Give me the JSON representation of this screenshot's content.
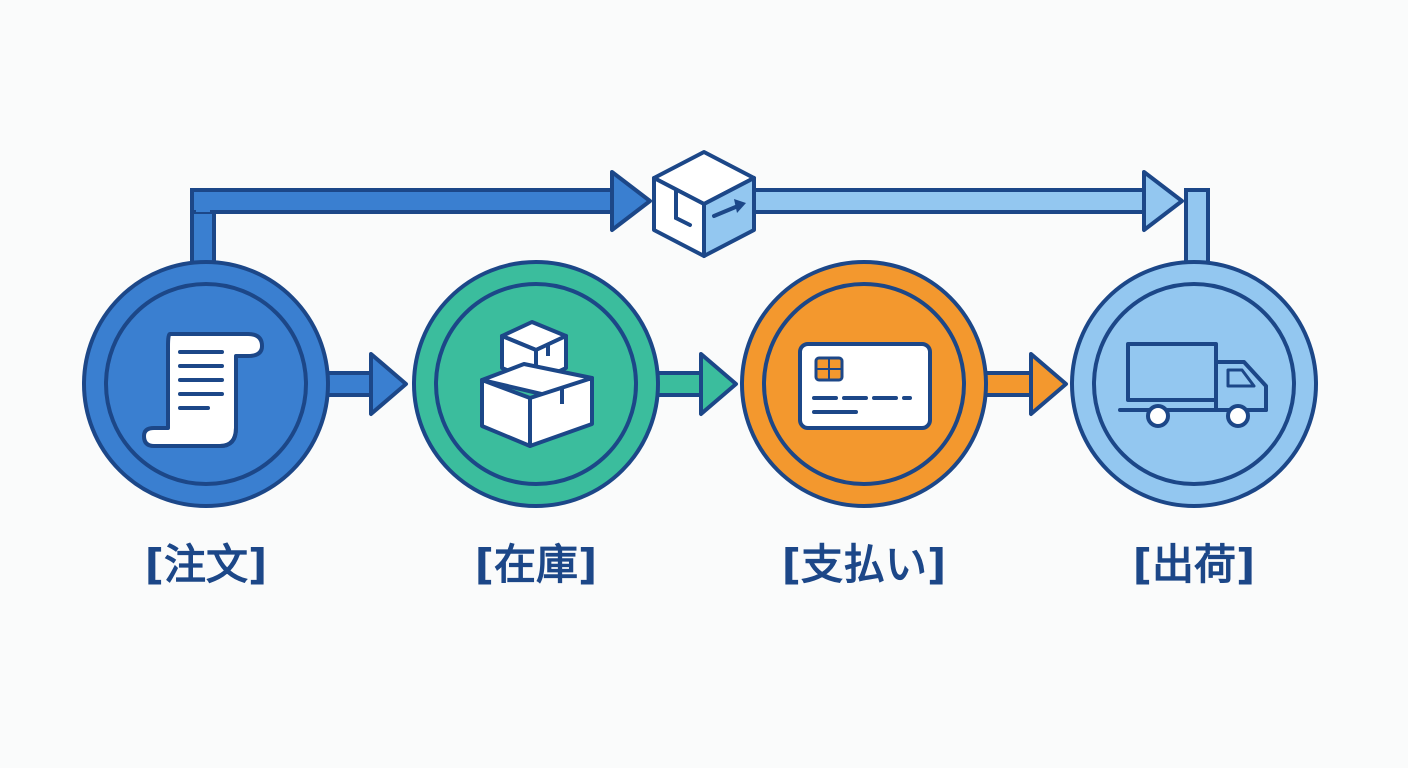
{
  "steps": [
    {
      "id": "order",
      "label": "[注文]",
      "icon": "receipt-scroll-icon",
      "color": "#3a7fd0"
    },
    {
      "id": "stock",
      "label": "[在庫]",
      "icon": "stacked-boxes-icon",
      "color": "#3bbd9d"
    },
    {
      "id": "payment",
      "label": "[支払い]",
      "icon": "credit-card-icon",
      "color": "#f3982e"
    },
    {
      "id": "shipping",
      "label": "[出荷]",
      "icon": "delivery-truck-icon",
      "color": "#93c7f0"
    }
  ],
  "bypass": {
    "icon": "package-forward-icon"
  },
  "colors": {
    "outline": "#1c4788",
    "paper": "#ffffff",
    "background": "#fafbfb"
  }
}
